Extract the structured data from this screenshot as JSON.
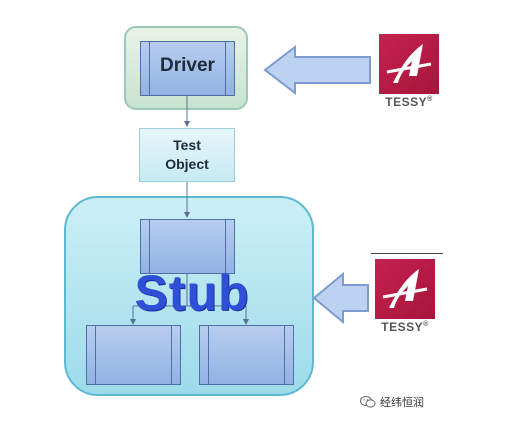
{
  "driver": {
    "label": "Driver"
  },
  "test_object": {
    "line1": "Test",
    "line2": "Object"
  },
  "stub": {
    "label": "Stub"
  },
  "tessy_logo_top": {
    "text": "TESSY",
    "mark": "®"
  },
  "tessy_logo_bottom": {
    "text": "TESSY",
    "mark": "®"
  },
  "watermark": {
    "text": "经纬恒润",
    "icon": "wechat-icon"
  },
  "colors": {
    "driver_fill": "#c6e3cf",
    "module_fill": "#9bb8e6",
    "module_border": "#4e6fa8",
    "test_object_fill": "#d3f0f6",
    "stub_fill": "#a6dfec",
    "stub_text": "#2f4fd6",
    "arrow_fill": "#b9d0ef",
    "arrow_border": "#7d9bcf",
    "tessy_red": "#b81c45"
  }
}
